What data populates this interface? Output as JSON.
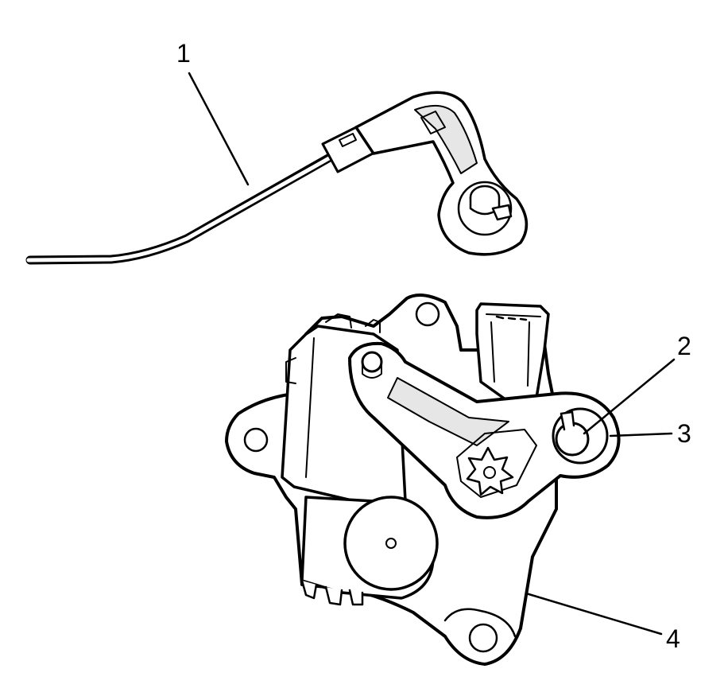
{
  "callouts": [
    {
      "id": "1",
      "label": "1"
    },
    {
      "id": "2",
      "label": "2"
    },
    {
      "id": "3",
      "label": "3"
    },
    {
      "id": "4",
      "label": "4"
    }
  ],
  "colors": {
    "line": "#000000",
    "fill": "#ffffff",
    "shade": "#e6e6e6"
  }
}
